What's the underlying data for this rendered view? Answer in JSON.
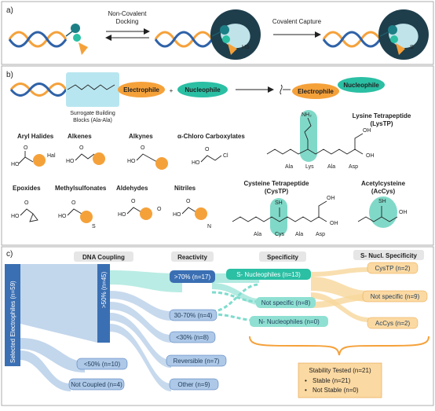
{
  "panel_a": {
    "label": "a)",
    "step1_line1": "Non-Covalent",
    "step1_line2": "Docking",
    "step2": "Covalent Capture",
    "hs_label": "HS",
    "s_label": "S"
  },
  "panel_b": {
    "label": "b)",
    "electrophile": "Electrophile",
    "nucleophile": "Nucleophile",
    "plus": "+",
    "surrogate_line1": "Surrogate Building",
    "surrogate_line2": "Blocks (Ala-Ala)",
    "lysine_title_line1": "Lysine Tetrapeptide",
    "lysine_title_line2": "(LysTP)",
    "cysteine_title_line1": "Cysteine Tetrapeptide",
    "cysteine_title_line2": "(CysTP)",
    "acetyl_title_line1": "Acetylcysteine",
    "acetyl_title_line2": "(AcCys)",
    "lys_residues": [
      "Ala",
      "Lys",
      "Ala",
      "Asp"
    ],
    "cys_residues": [
      "Ala",
      "Cys",
      "Ala",
      "Asp"
    ],
    "classes": [
      {
        "name": "Aryl Halides",
        "label": "Hal"
      },
      {
        "name": "Alkenes"
      },
      {
        "name": "Alkynes"
      },
      {
        "name": "α-Chloro Carboxylates",
        "label": "Cl"
      },
      {
        "name": "Epoxides"
      },
      {
        "name": "Methylsulfonates",
        "label": "S"
      },
      {
        "name": "Aldehydes",
        "label": "O"
      },
      {
        "name": "Nitriles",
        "label": "N"
      }
    ],
    "atoms": {
      "ho": "HO",
      "o": "O",
      "oh": "OH",
      "nh2": "NH₂",
      "sh": "SH",
      "h": "H",
      "n": "N"
    }
  },
  "panel_c": {
    "label": "c)",
    "col_headers": [
      "DNA Coupling",
      "Reactivity",
      "Specificity",
      "S- Nucl. Specificity"
    ],
    "selected": "Selected Electrophiles (n=59)",
    "dna_coupled": ">50% (n=45)",
    "dna_low": "<50% (n=10)",
    "not_coupled": "Not Coupled (n=4)",
    "reactivity": [
      ">70% (n=17)",
      "30-70% (n=4)",
      "<30% (n=8)",
      "Reversible (n=7)",
      "Other (n=9)"
    ],
    "specificity": [
      "S- Nucleophiles (n=13)",
      "Not specific (n=8)",
      "N- Nucleophiles (n=0)"
    ],
    "s_nucl": [
      "CysTP (n=2)",
      "Not specific (n=9)",
      "AcCys (n=2)"
    ],
    "stability": {
      "title": "Stability Tested (n=21)",
      "items": [
        "Stable (n=21)",
        "Not Stable (n=0)"
      ]
    }
  },
  "colors": {
    "orange": "#f5a13a",
    "teal": "#2bbfa4",
    "dark_teal": "#1d5b6b",
    "blue": "#3a6fb3",
    "light_blue": "#aee3ef",
    "flow_blue": "#8fb4dc",
    "flow_teal": "#7fdccd",
    "flow_orange": "#f7d79b"
  }
}
